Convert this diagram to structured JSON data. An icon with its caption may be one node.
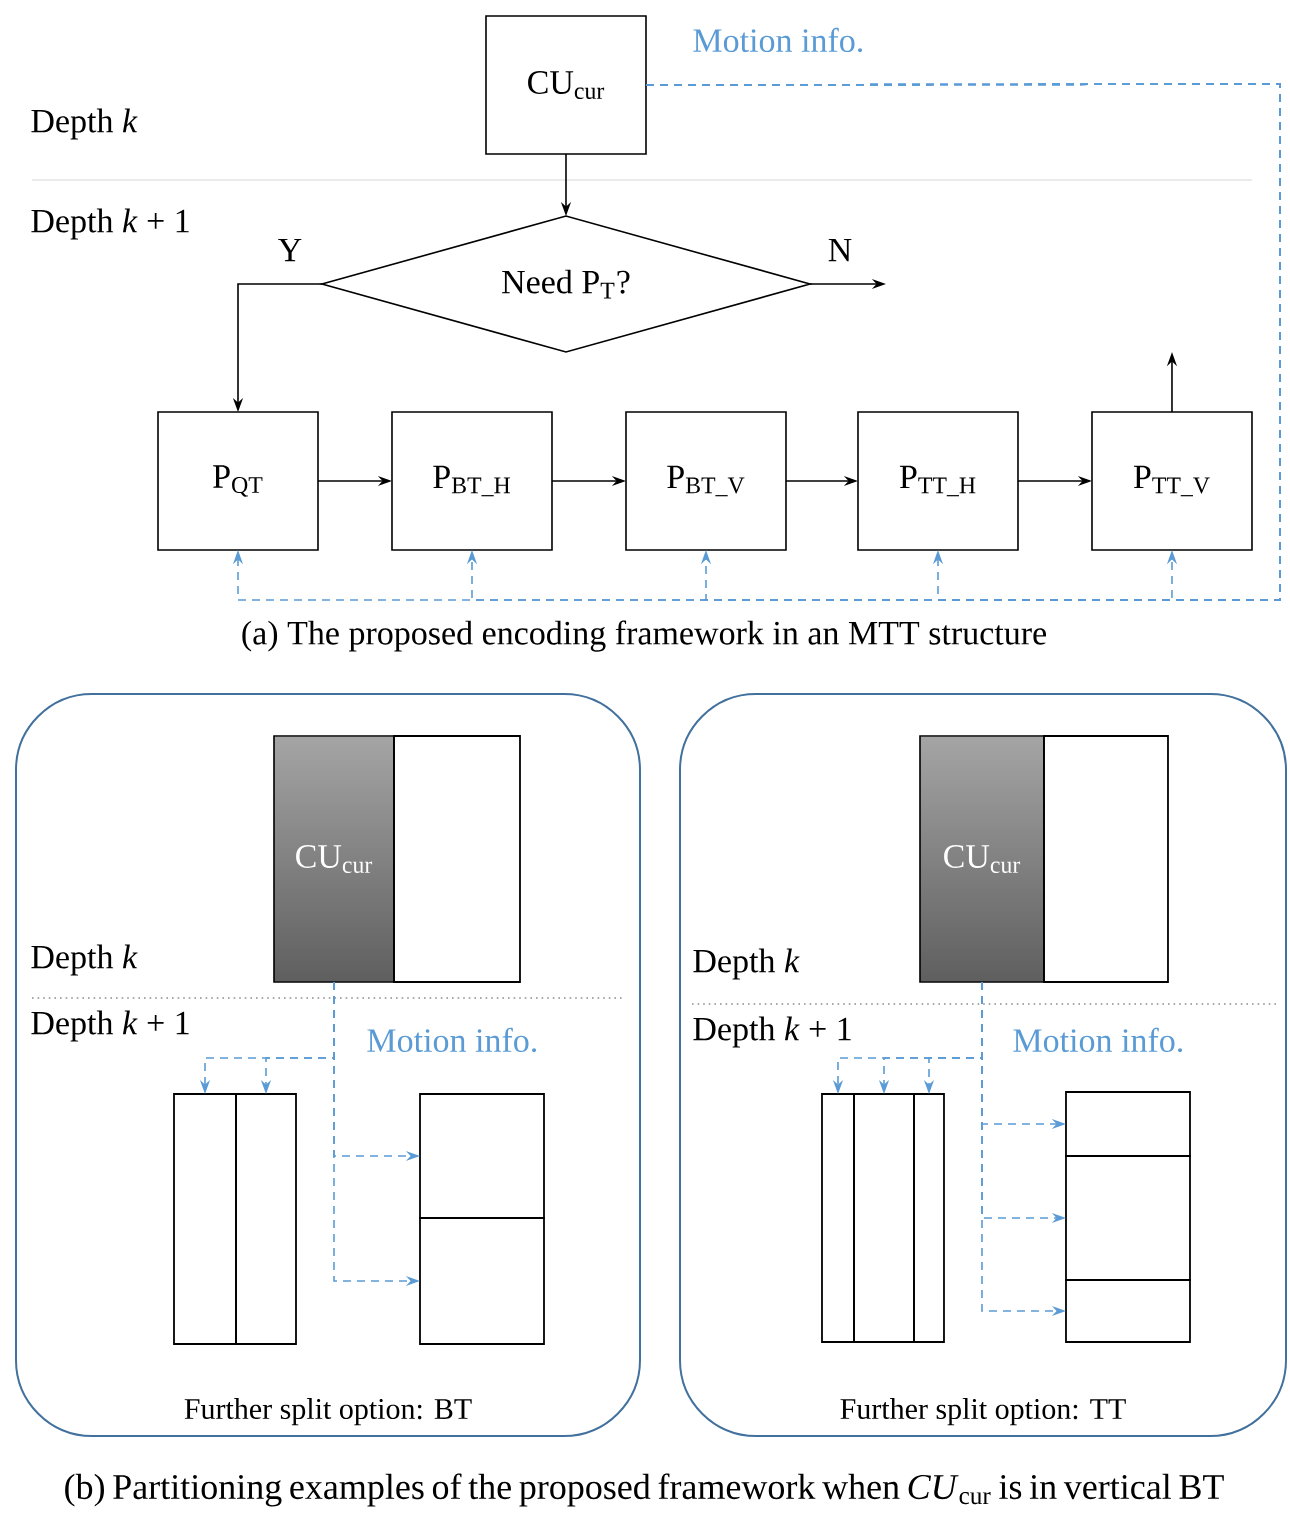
{
  "diagram": {
    "caption": "(b) Partitioning examples of the proposed framework when *CU*$_{cur}$ is in vertical BT",
    "nodes": [
      {
        "text": [
          "CU$_{cur}$"
        ]
      },
      {
        "text": [
          "Need P$_{T}$?"
        ]
      },
      {
        "text": [
          "P$_{QT}$"
        ]
      },
      {
        "text": [
          "P$_{BT_H}$"
        ]
      },
      {
        "text": [
          "P$_{BT_V}$"
        ]
      },
      {
        "text": [
          "P$_{TT_H}$"
        ]
      },
      {
        "text": [
          "P$_{TT_V}$"
        ]
      },
      {
        "text": [
          "Further split option: BT"
        ]
      },
      {
        "text": [
          "Further split option: TT"
        ]
      },
      {
        "text": [
          "CU$_{cur}$"
        ],
        "in": 7
      },
      {
        "text": [],
        "shape": "box",
        "in": 7
      },
      {
        "text": [],
        "shape": "box",
        "in": 7
      },
      {
        "text": [],
        "shape": "box",
        "in": 7
      },
      {
        "text": [],
        "shape": "box",
        "in": 7
      },
      {
        "text": [],
        "shape": "box",
        "in": 7
      },
      {
        "text": [
          "CU$_{cur}$"
        ],
        "in": 8
      },
      {
        "text": [],
        "shape": "box",
        "in": 8
      },
      {
        "text": [],
        "shape": "box",
        "in": 8
      },
      {
        "text": [],
        "shape": "box",
        "in": 8
      },
      {
        "text": [],
        "shape": "box",
        "in": 8
      },
      {
        "text": [],
        "shape": "box",
        "in": 8
      },
      {
        "text": [],
        "shape": "box",
        "in": 8
      },
      {
        "text": [],
        "shape": "box",
        "in": 8
      }
    ],
    "edges": [
      {
        "from": 0,
        "to": 1,
        "arrow": "to",
        "color": "#000000"
      },
      {
        "from": 1,
        "to": 2,
        "arrow": "to",
        "label": "Y",
        "color": "#000000"
      },
      {
        "from": 1,
        "to": null,
        "arrow": "to",
        "label": "N",
        "color": "#000000"
      },
      {
        "from": 2,
        "to": 3,
        "arrow": "to",
        "color": "#000000"
      },
      {
        "from": 3,
        "to": 4,
        "arrow": "to",
        "color": "#000000"
      },
      {
        "from": 4,
        "to": 5,
        "arrow": "to",
        "color": "#000000"
      },
      {
        "from": 5,
        "to": 6,
        "arrow": "to",
        "color": "#000000"
      },
      {
        "from": 6,
        "to": null,
        "arrow": "to",
        "color": "#000000"
      },
      {
        "from": 0,
        "to": 2,
        "arrow": "to",
        "style": "dashed",
        "color": "#5b9bd5",
        "label": "Motion info."
      },
      {
        "from": 0,
        "to": 3,
        "arrow": "to",
        "style": "dashed",
        "color": "#5b9bd5"
      },
      {
        "from": 0,
        "to": 4,
        "arrow": "to",
        "style": "dashed",
        "color": "#5b9bd5"
      },
      {
        "from": 0,
        "to": 5,
        "arrow": "to",
        "style": "dashed",
        "color": "#5b9bd5"
      },
      {
        "from": 0,
        "to": 6,
        "arrow": "to",
        "style": "dashed",
        "color": "#5b9bd5"
      },
      {
        "from": 9,
        "to": 11,
        "arrow": "to",
        "style": "dashed",
        "color": "#5b9bd5",
        "label": "Motion info."
      },
      {
        "from": 9,
        "to": 12,
        "arrow": "to",
        "style": "dashed",
        "color": "#5b9bd5"
      },
      {
        "from": 9,
        "to": 13,
        "arrow": "to",
        "style": "dashed",
        "color": "#5b9bd5"
      },
      {
        "from": 9,
        "to": 14,
        "arrow": "to",
        "style": "dashed",
        "color": "#5b9bd5"
      },
      {
        "from": 15,
        "to": 17,
        "arrow": "to",
        "style": "dashed",
        "color": "#5b9bd5",
        "label": "Motion info."
      },
      {
        "from": 15,
        "to": 18,
        "arrow": "to",
        "style": "dashed",
        "color": "#5b9bd5"
      },
      {
        "from": 15,
        "to": 19,
        "arrow": "to",
        "style": "dashed",
        "color": "#5b9bd5"
      },
      {
        "from": 15,
        "to": 20,
        "arrow": "to",
        "style": "dashed",
        "color": "#5b9bd5"
      },
      {
        "from": 15,
        "to": 21,
        "arrow": "to",
        "style": "dashed",
        "color": "#5b9bd5"
      },
      {
        "from": 15,
        "to": 22,
        "arrow": "to",
        "style": "dashed",
        "color": "#5b9bd5"
      }
    ],
    "labels": [
      "Depth *k*",
      "Depth *k* + 1",
      "(a) The proposed encoding framework in an MTT structure",
      "Depth *k*",
      "Depth *k* + 1",
      "Depth *k*",
      "Depth *k* + 1"
    ]
  }
}
